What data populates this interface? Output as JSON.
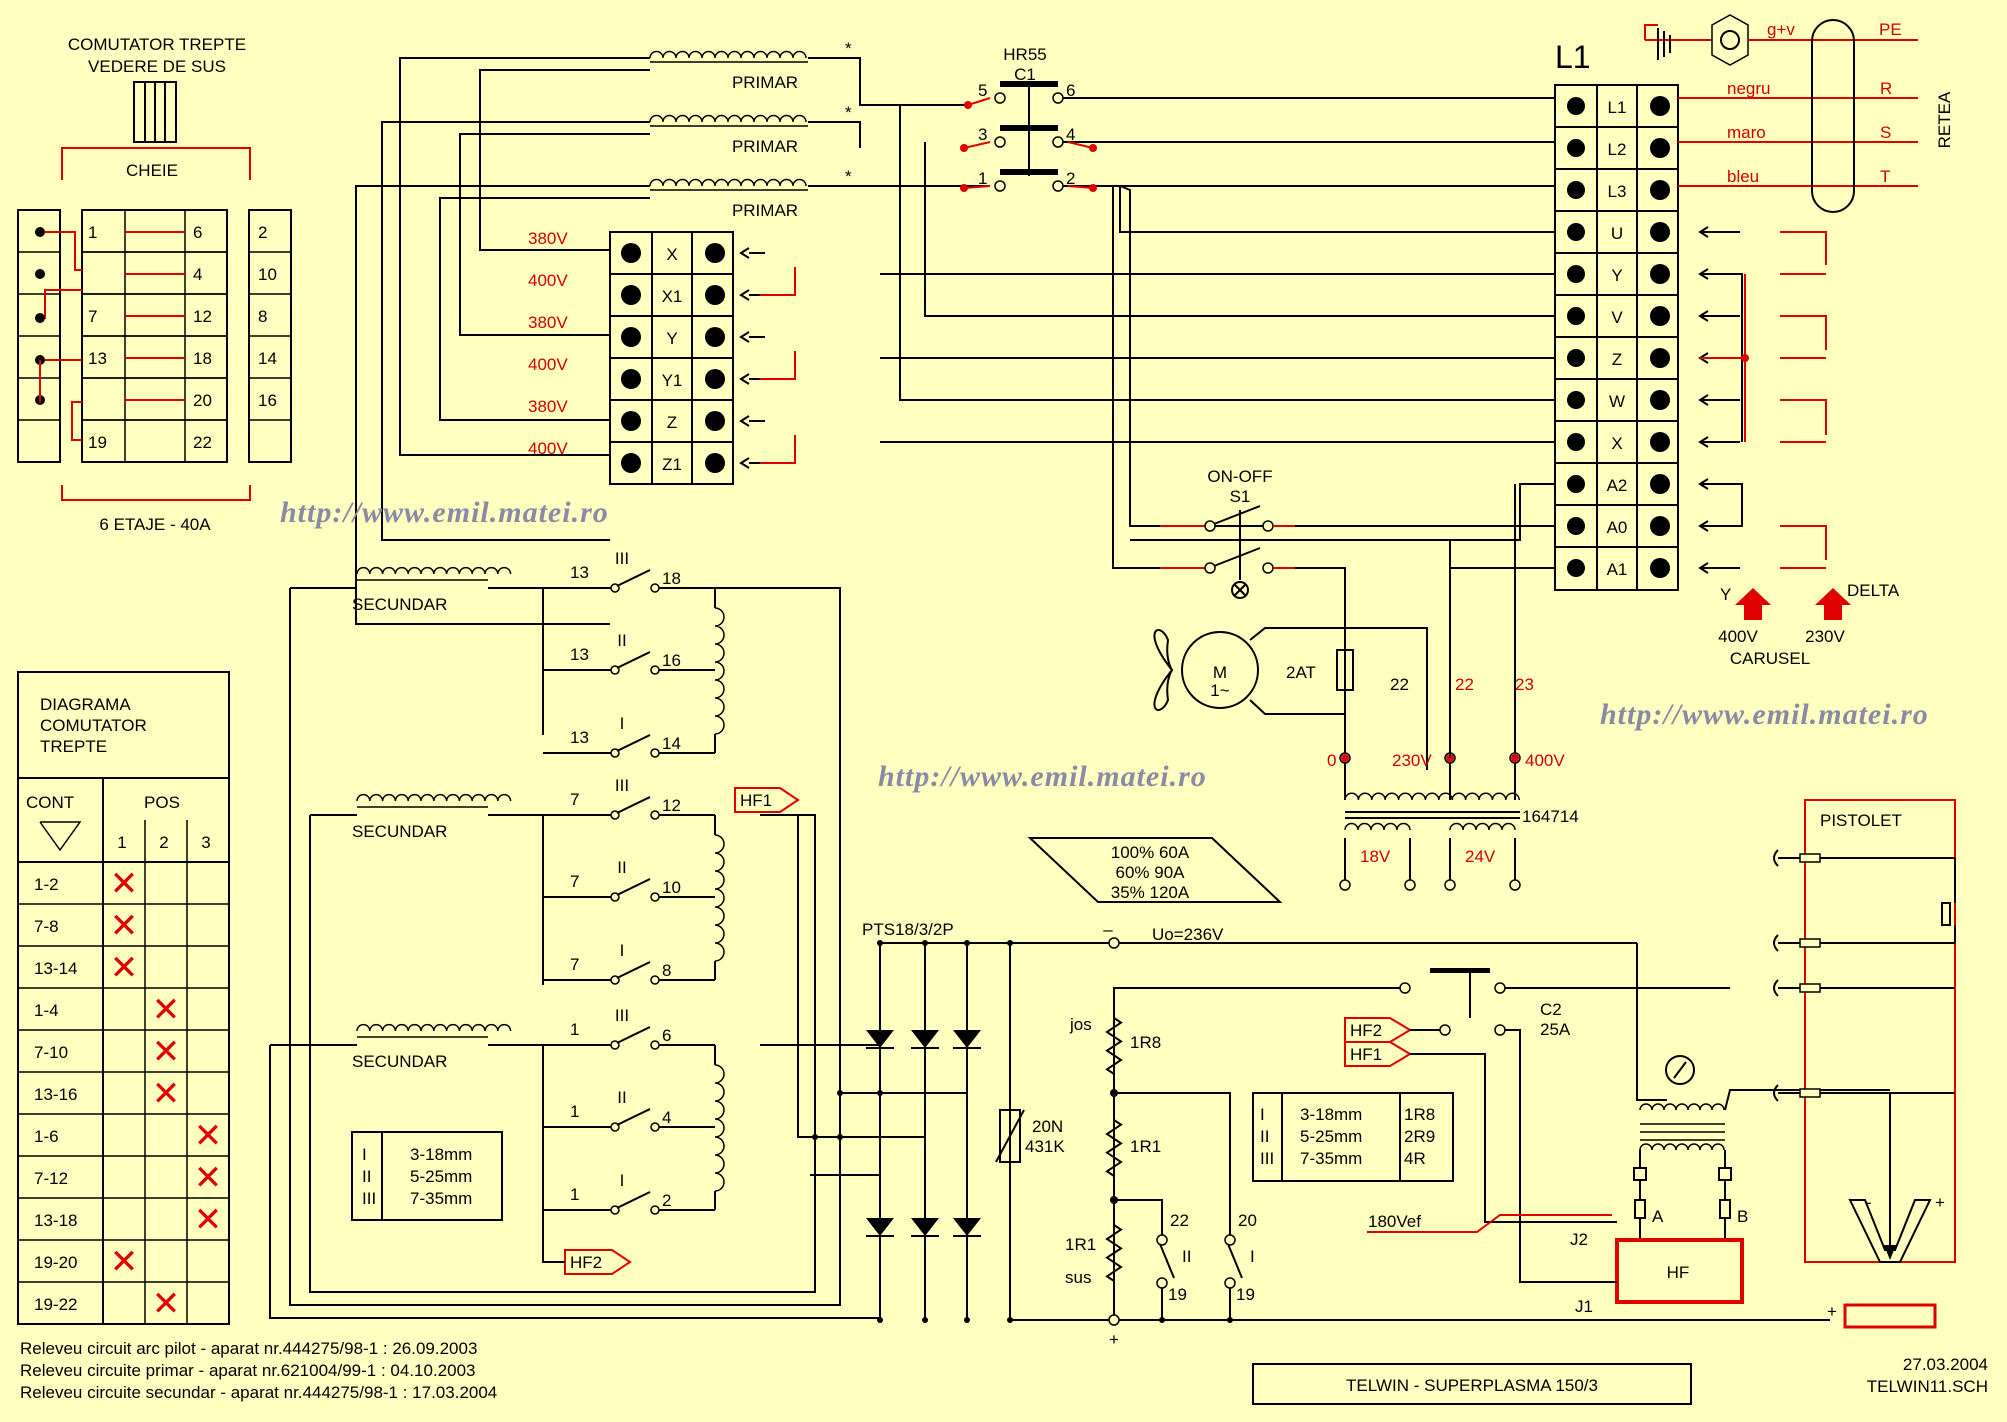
{
  "colors": {
    "background": "#ffffc0",
    "wire": "#000000",
    "accent": "#e00000",
    "watermark": "#8a8aa8"
  },
  "switch_top_view": {
    "title_line1": "COMUTATOR TREPTE",
    "title_line2": "VEDERE DE SUS",
    "key_label": "CHEIE",
    "footer": "6 ETAJE - 40A",
    "left_col": [
      "1",
      "",
      "7",
      "13",
      "19"
    ],
    "mid_col": [
      "6",
      "4",
      "12",
      "18",
      "20",
      "22"
    ],
    "right_col": [
      "2",
      "10",
      "8",
      "14",
      "16",
      ""
    ]
  },
  "step_diagram": {
    "title_line1": "DIAGRAMA",
    "title_line2": "COMUTATOR",
    "title_line3": "TREPTE",
    "col_cont": "CONT",
    "col_pos": "POS",
    "positions": [
      "1",
      "2",
      "3"
    ],
    "rows": [
      {
        "cont": "1-2",
        "pos": 1
      },
      {
        "cont": "7-8",
        "pos": 1
      },
      {
        "cont": "13-14",
        "pos": 1
      },
      {
        "cont": "1-4",
        "pos": 2
      },
      {
        "cont": "7-10",
        "pos": 2
      },
      {
        "cont": "13-16",
        "pos": 2
      },
      {
        "cont": "1-6",
        "pos": 3
      },
      {
        "cont": "7-12",
        "pos": 3
      },
      {
        "cont": "13-18",
        "pos": 3
      },
      {
        "cont": "19-20",
        "pos": 1
      },
      {
        "cont": "19-22",
        "pos": 2
      }
    ],
    "mark": "✕"
  },
  "primary": {
    "winding_label": "PRIMAR",
    "taps": [
      "380V",
      "400V",
      "380V",
      "400V",
      "380V",
      "400V"
    ],
    "terminals": [
      "X",
      "X1",
      "Y",
      "Y1",
      "Z",
      "Z1"
    ]
  },
  "contactor_c1": {
    "name": "HR55",
    "ref": "C1",
    "contacts": [
      "5",
      "6",
      "3",
      "4",
      "1",
      "2"
    ]
  },
  "terminal_block_l1": {
    "title": "L1",
    "terminals": [
      "L1",
      "L2",
      "L3",
      "U",
      "Y",
      "V",
      "Z",
      "W",
      "X",
      "A2",
      "A0",
      "A1"
    ]
  },
  "mains": {
    "earth_label": "g+v",
    "pe": "PE",
    "phases": [
      "R",
      "S",
      "T"
    ],
    "colors": [
      "negru",
      "maro",
      "bleu"
    ],
    "network": "RETEA"
  },
  "carousel": {
    "y_label": "Y",
    "delta_label": "DELTA",
    "v400": "400V",
    "v230": "230V",
    "name": "CARUSEL"
  },
  "onoff": {
    "label": "ON-OFF",
    "ref": "S1"
  },
  "fan": {
    "motor": "M",
    "motor_sub": "1~",
    "fuse": "2AT"
  },
  "aux_transformer": {
    "wire_labels": [
      "22",
      "22",
      "23"
    ],
    "taps": [
      "0",
      "230V",
      "400V"
    ],
    "code": "164714",
    "secondaries": [
      "18V",
      "24V"
    ]
  },
  "secondaries": {
    "label": "SECUNDAR",
    "groups": [
      {
        "contacts": [
          [
            "13",
            "III",
            "18"
          ],
          [
            "13",
            "II",
            "16"
          ],
          [
            "13",
            "I",
            "14"
          ]
        ]
      },
      {
        "contacts": [
          [
            "7",
            "III",
            "12"
          ],
          [
            "7",
            "II",
            "10"
          ],
          [
            "7",
            "I",
            "8"
          ]
        ]
      },
      {
        "contacts": [
          [
            "1",
            "III",
            "6"
          ],
          [
            "1",
            "II",
            "4"
          ],
          [
            "1",
            "I",
            "2"
          ]
        ]
      }
    ],
    "hf1": "HF1",
    "hf2": "HF2"
  },
  "duty_cycle": [
    "100% 60A",
    "60% 90A",
    "35% 120A"
  ],
  "rectifier": {
    "name": "PTS18/3/2P",
    "varistor": "20N",
    "varistor2": "431K"
  },
  "output": {
    "minus": "–",
    "plus": "+",
    "uo": "Uo=236V"
  },
  "resistors": {
    "jos": "jos",
    "sus": "sus",
    "r1": "1R8",
    "r2": "1R1",
    "r3": "1R1",
    "sw_a": "22",
    "sw_a_pos": "II",
    "sw_a_bot": "19",
    "sw_b": "20",
    "sw_b_pos": "I",
    "sw_b_bot": "19"
  },
  "range_table_sec": [
    [
      "I",
      "3-18mm"
    ],
    [
      "II",
      "5-25mm"
    ],
    [
      "III",
      "7-35mm"
    ]
  ],
  "range_table_res": [
    [
      "I",
      "3-18mm",
      "1R8"
    ],
    [
      "II",
      "5-25mm",
      "2R9"
    ],
    [
      "III",
      "7-35mm",
      "4R"
    ]
  ],
  "c2": {
    "ref": "C2",
    "rating": "25A",
    "hf2": "HF2",
    "hf1": "HF1"
  },
  "hf_unit": {
    "name": "HF",
    "j1": "J1",
    "j2": "J2",
    "a": "A",
    "b": "B",
    "v": "180Vef"
  },
  "torch": {
    "label": "PISTOLET",
    "minus": "-",
    "plus": "+"
  },
  "watermark": "http://www.emil.matei.ro",
  "footer": {
    "lines": [
      "Releveu circuit arc pilot - aparat nr.444275/98-1 : 26.09.2003",
      "Releveu circuite primar   - aparat nr.621004/99-1 : 04.10.2003",
      "Releveu circuite secundar - aparat nr.444275/98-1 : 17.03.2004"
    ],
    "title": "TELWIN - SUPERPLASMA 150/3",
    "date": "27.03.2004",
    "file": "TELWIN11.SCH"
  }
}
